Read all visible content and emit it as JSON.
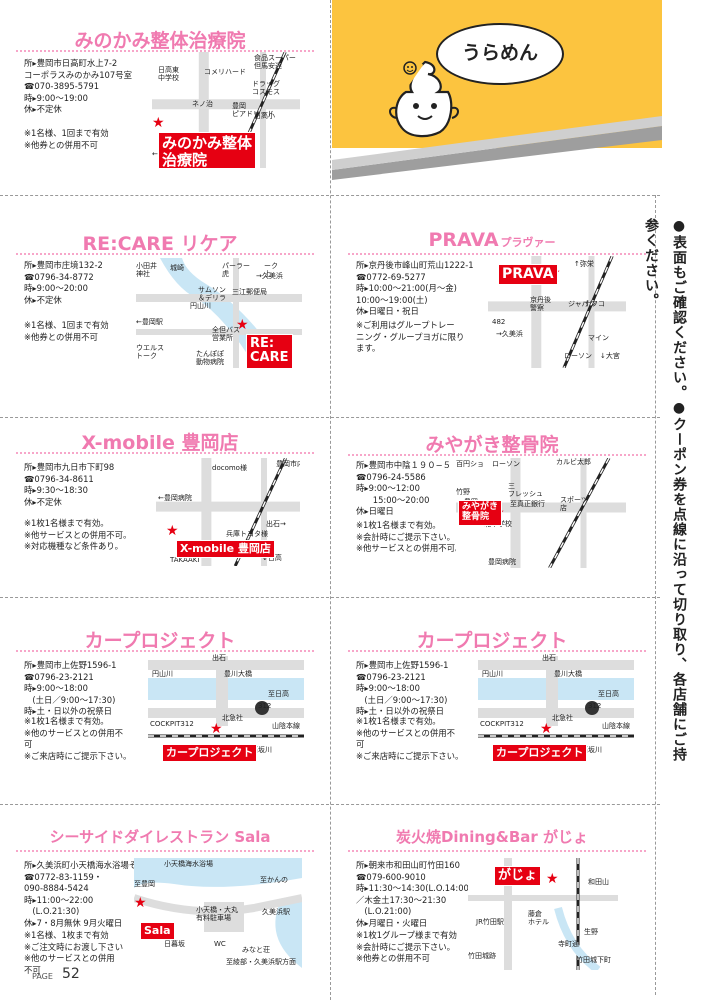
{
  "promo": {
    "bubble": "うらめん",
    "side_text": "●表面もご確認ください。●クーポン券を点線に沿って切り取り、各店舗にご持参ください。"
  },
  "page": {
    "label": "PAGE",
    "number": "52"
  },
  "cards": [
    {
      "title": "みのかみ整体治療院",
      "info": "所▸豊岡市日高町水上7-2\nコーポラスみのかみ107号室\n☎070-3895-5791\n時▸9:00〜19:00\n休▸不定休",
      "notes": "※1名様、1回まで有効\n※他券との併用不可",
      "map": {
        "store": "みのかみ整体\n治療院",
        "labels": [
          "日高東\n中学校",
          "コメリハード",
          "食品スーパー\n但馬安達",
          "ドラッグ\nコスモス",
          "ネノ治",
          "豊岡\nピアドリッド",
          "日高小",
          "←八鹿"
        ]
      }
    },
    {
      "title": "RE:CARE リケア",
      "info": "所▸豊岡市庄境132-2\n☎0796-34-8772\n時▸9:00〜20:00\n休▸不定休",
      "notes": "※1名様、1回まで有効\n※他券との併用不可",
      "map": {
        "store": "RE:\nCARE",
        "labels": [
          "小田井\n神社",
          "城崎",
          "パーラー\n虎",
          "ーク\n上",
          "サムソン\n＆デリラ",
          "三江郵便局",
          "←豊岡駅",
          "ウエルス\nトーク",
          "全但バス\n営業所",
          "たんぽぽ\n動物病院",
          "→久美浜",
          "円山川"
        ]
      }
    },
    {
      "title": "X-mobile 豊岡店",
      "info": "所▸豊岡市九日市下町98\n☎0796-34-8611\n時▸9:30〜18:30\n休▸不定休",
      "notes": "※1枚1名様まで有効。\n※他サービスとの併用不可。\n※対応機種など条件あり。",
      "map": {
        "store": "X-mobile 豊岡店",
        "labels": [
          "docomo様",
          "豊岡市内",
          "←豊岡病院",
          "出石→",
          "兵庫トヨタ様",
          "TAKAAKI",
          "↓日高"
        ]
      }
    },
    {
      "title": "カープロジェクト",
      "info": "所▸豊岡市上佐野1596-1\n☎0796-23-2121\n時▸9:00〜18:00\n　(土日／9:00〜17:30)\n時▸土・日以外の祝祭日",
      "notes": "※1枚1名様まで有効。\n※他のサービスとの併用不\n可\n※ご来店時にご提示下さい。",
      "map": {
        "store": "カープロジェクト",
        "labels": [
          "出石",
          "円山川",
          "豊川大橋",
          "至日高",
          "COCKPIT312",
          "北急社",
          "山陰本線",
          "312",
          "出石坂川"
        ]
      }
    },
    {
      "title": "シーサイドダイレストラン Sala",
      "small": true,
      "info": "所▸久美浜町小天橋海水浴場そば\n☎0772-83-1159・\n090-8884-5424\n時▸11:00〜22:00\n　(L.O.21:30)\n休▸7・8月無休 9月火曜日",
      "notes": "※1名様、1枚まで有効\n※ご注文時にお渡し下さい\n※他のサービスとの併用\n不可",
      "map": {
        "store": "Sala",
        "labels": [
          "小天橋海水浴場",
          "至豊岡",
          "至かんの",
          "小天橋・大丸\n有料駐車場",
          "日暮坂",
          "WC",
          "みなと荘",
          "久美浜駅",
          "至綾部・久美浜駅方面"
        ]
      }
    },
    {
      "title": "PRAVA",
      "sub": "プラヴァー",
      "info": "所▸京丹後市峰山町荒山1222-1\n☎0772-69-5277\n時▸10:00〜21:00(月〜金)\n10:00〜19:00(土)\n休▸日曜日・祝日",
      "notes": "※ご利用はグループトレー\nニング・グループヨガに限り\nます。",
      "map": {
        "store": "PRAVA",
        "labels": [
          "↑弥栄",
          "京丹後\n警察",
          "ジャパン",
          "ナフコ",
          "→久美浜",
          "ローソン",
          "マイン",
          "↓大宮",
          "482"
        ]
      }
    },
    {
      "title": "みやがき整骨院",
      "info": "所▸豊岡市中陰１９０−５\n☎0796-24-5586\n時▸9:00〜12:00\n　　15:00〜20:00\n休▸日曜日",
      "notes": "※1枚1名様まで有効。\n※会計時にご提示下さい。\n※他サービスとの併用不可。",
      "map": {
        "store": "みやがき\n整骨院",
        "labels": [
          "百円ショ",
          "ローソン",
          "カルビ太郎",
          "←豊岡",
          "竹野",
          "三\nフレッシュ",
          "北中学校",
          "至真正銀行",
          "豊岡病院",
          "スポーツ\n店"
        ]
      }
    },
    {
      "title": "カープロジェクト",
      "info": "所▸豊岡市上佐野1596-1\n☎0796-23-2121\n時▸9:00〜18:00\n　(土日／9:00〜17:30)\n時▸土・日以外の祝祭日",
      "notes": "※1枚1名様まで有効。\n※他のサービスとの併用不\n可\n※ご来店時にご提示下さい。",
      "map": {
        "store": "カープロジェクト",
        "labels": [
          "出石",
          "円山川",
          "豊川大橋",
          "至日高",
          "COCKPIT312",
          "北急社",
          "山陰本線",
          "312",
          "出石坂川"
        ]
      }
    },
    {
      "title": "炭火焼Dining&Bar がじょ",
      "small": true,
      "info": "所▸朝来市和田山町竹田160\n☎079-600-9010\n時▸11:30〜14:30(L.O.14:00)\n／木金土17:30〜21:30\n　(L.O.21:00)\n休▸月曜日・火曜日",
      "notes": "※1枚1グループ様まで有効\n※会計時にご提示下さい。\n※他券との併用不可",
      "map": {
        "store": "がじょ",
        "labels": [
          "JR竹田駅",
          "和田山",
          "竹田城跡",
          "寺町通",
          "藤倉\nホテル",
          "生野",
          "竹田城下町"
        ]
      }
    }
  ]
}
